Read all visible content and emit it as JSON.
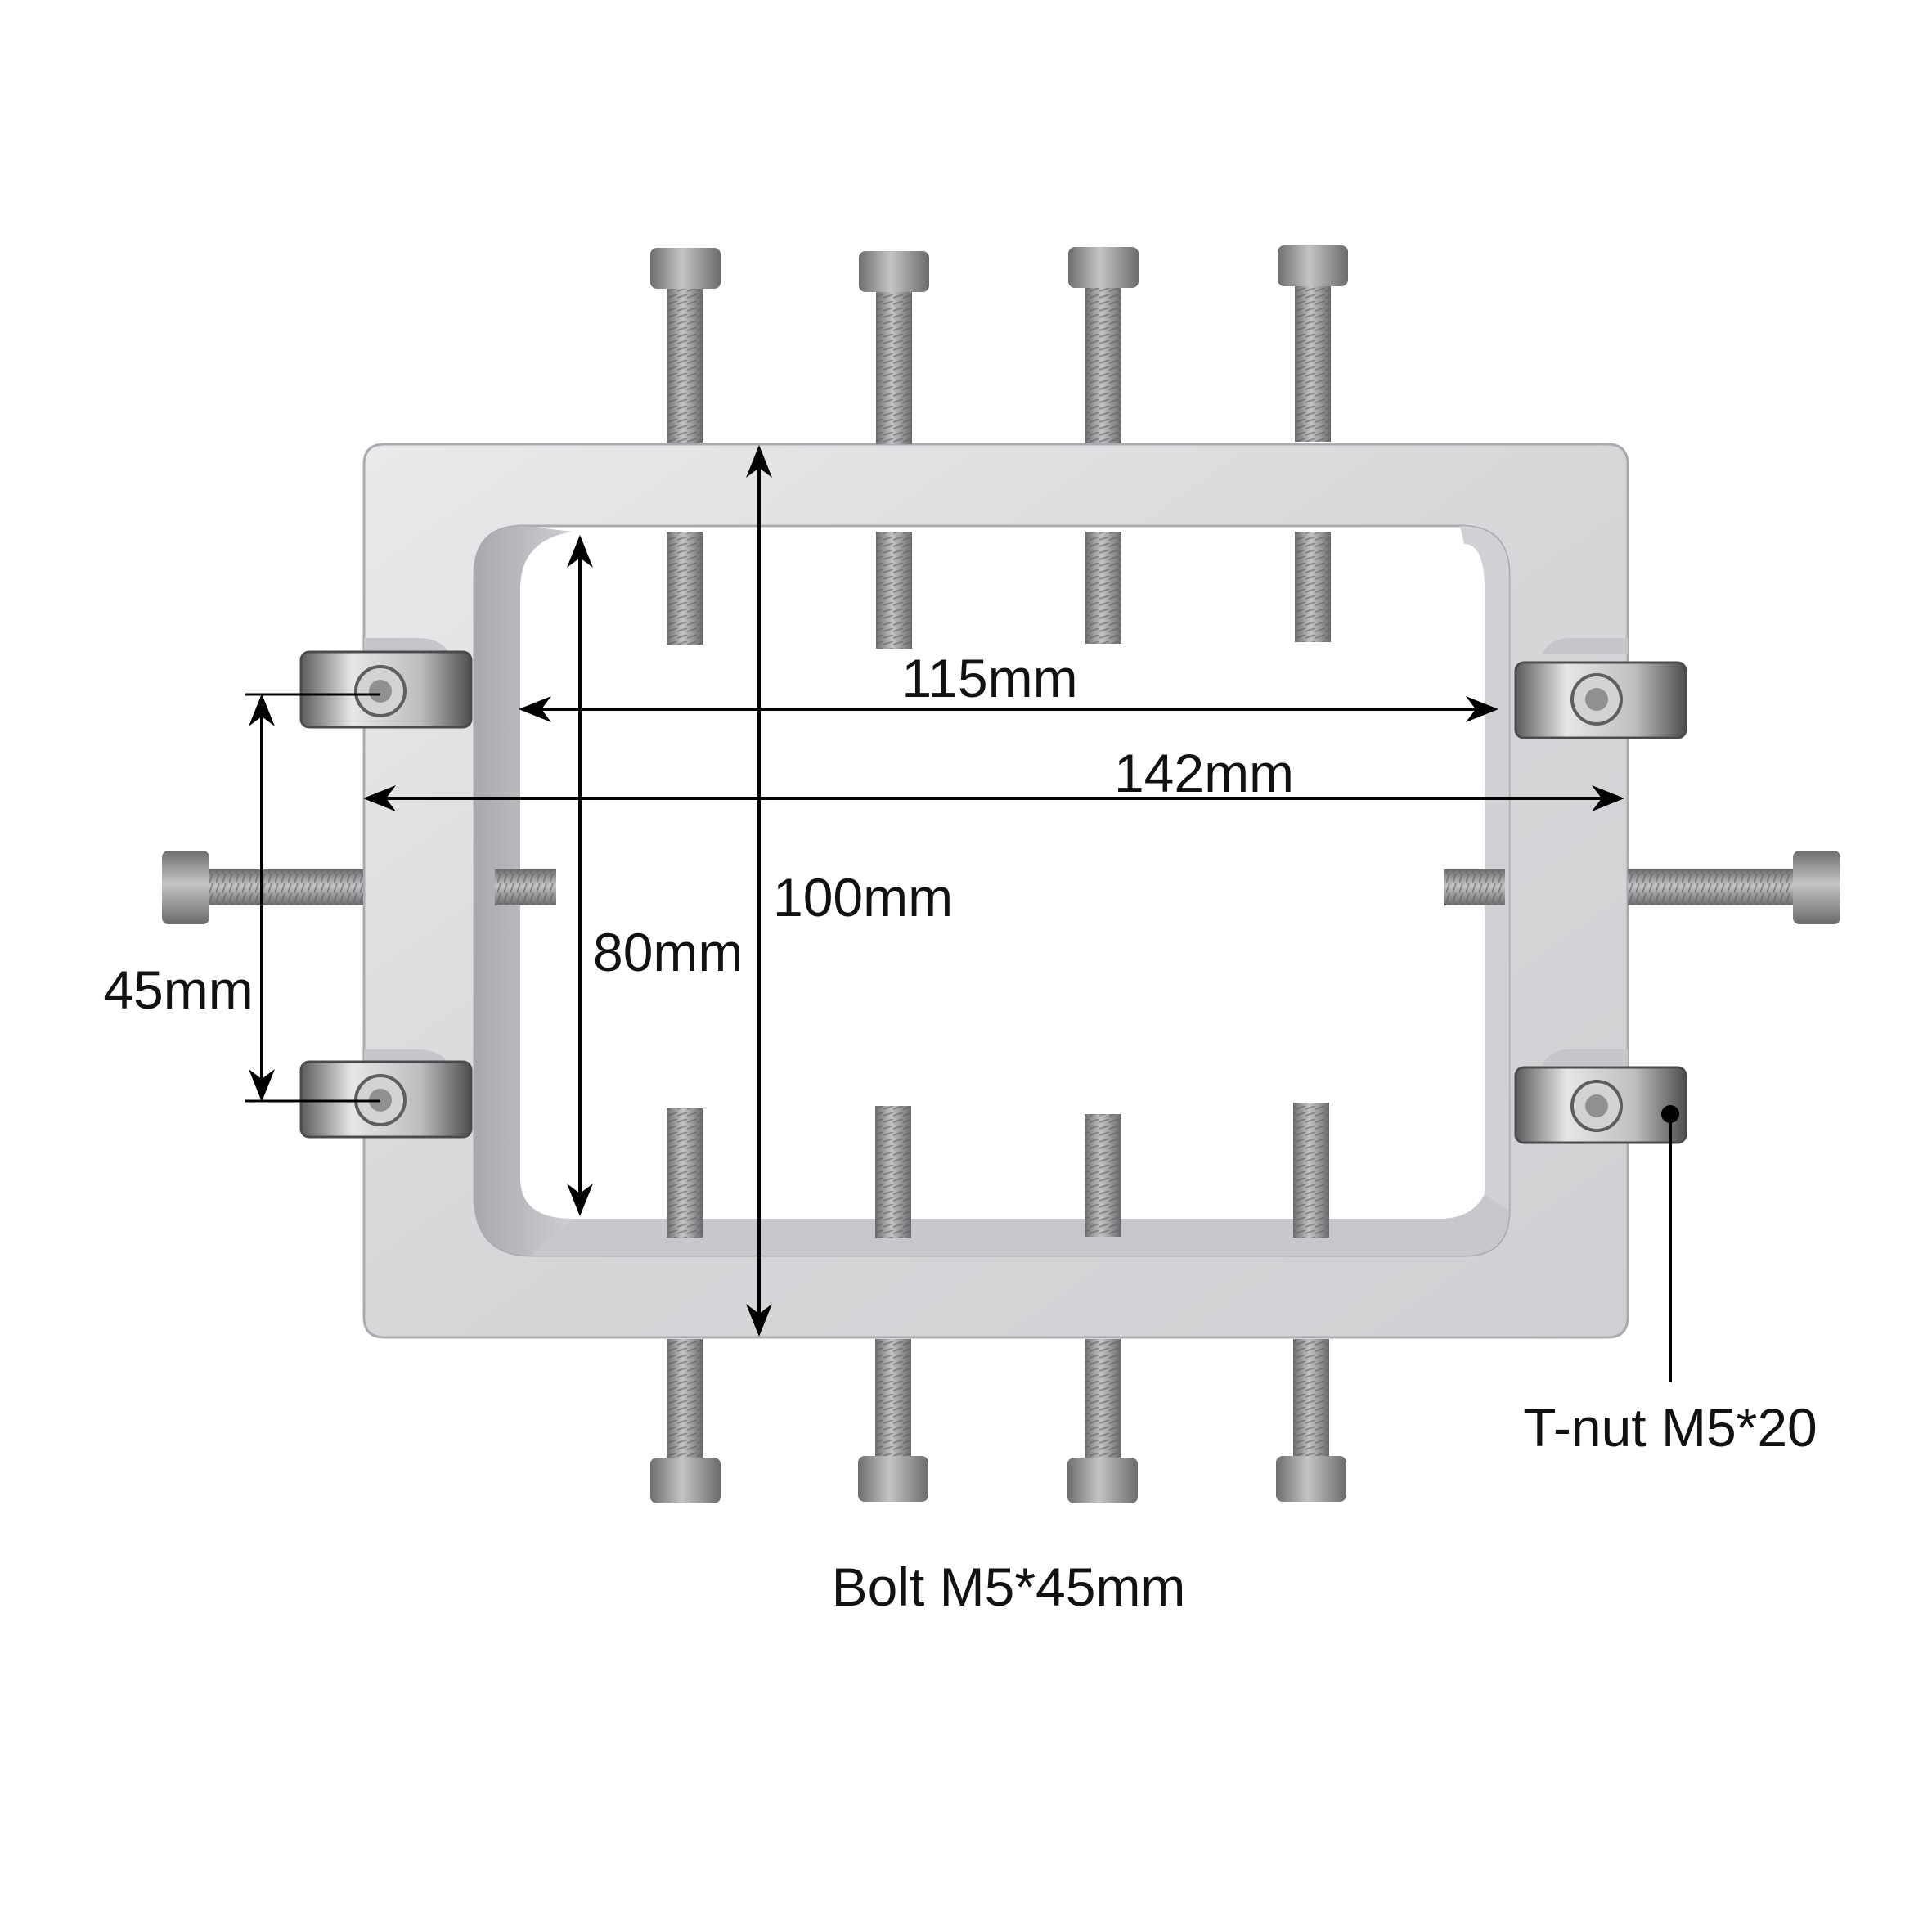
{
  "dimensions": {
    "inner_width": "115mm",
    "outer_width": "142mm",
    "outer_height": "100mm",
    "inner_height": "80mm",
    "nut_spacing": "45mm"
  },
  "parts": {
    "bolt": "Bolt M5*45mm",
    "tnut": "T-nut M5*20"
  },
  "colors": {
    "frame": "#dadbdd",
    "frame_edge": "#a9abae",
    "inner_wall": "#bfc1c4",
    "bolt": "#9a9b9d",
    "bolt_head": "#8c8d8f",
    "nut": "#b8b9bb",
    "dimension_line": "#000000",
    "background": "#ffffff"
  },
  "icons": {
    "arrow": "arrowhead",
    "leader_dot": "leader-dot"
  }
}
